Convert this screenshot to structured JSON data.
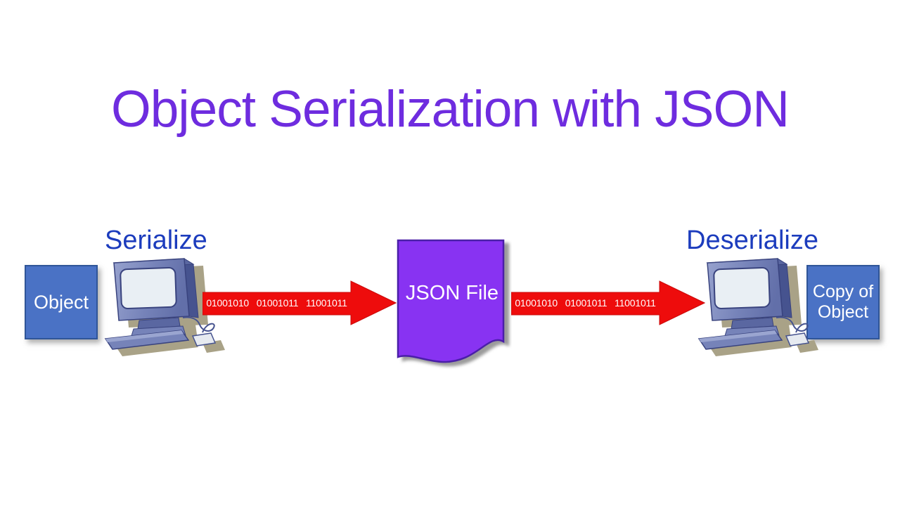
{
  "title": "Object Serialization with JSON",
  "left_group": {
    "process_label": "Serialize",
    "object_box_label": "Object"
  },
  "right_group": {
    "process_label": "Deserialize",
    "object_box_line1": "Copy of",
    "object_box_line2": "Object"
  },
  "json_file": {
    "label": "JSON File"
  },
  "arrows": {
    "serialize_binary": "01001010 01001011 11001011",
    "deserialize_binary": "01001010 01001011 11001011"
  },
  "icons": [
    "computer-icon",
    "document-wave-icon",
    "arrow-right-icon"
  ],
  "colors": {
    "background": "#ffffff",
    "title_purple": "#6E2CDF",
    "label_blue": "#1C3CBD",
    "box_blue_fill": "#4A72C5",
    "box_blue_border": "#2F5598",
    "json_purple_fill": "#8833F2",
    "json_purple_border": "#4A1FA8",
    "arrow_red": "#EE0C0C",
    "binary_text": "#ffffff",
    "computer_shadow_tan": "#A9A287",
    "computer_body_blue": "#7683B9",
    "screen_fill": "#E9EFF4"
  }
}
